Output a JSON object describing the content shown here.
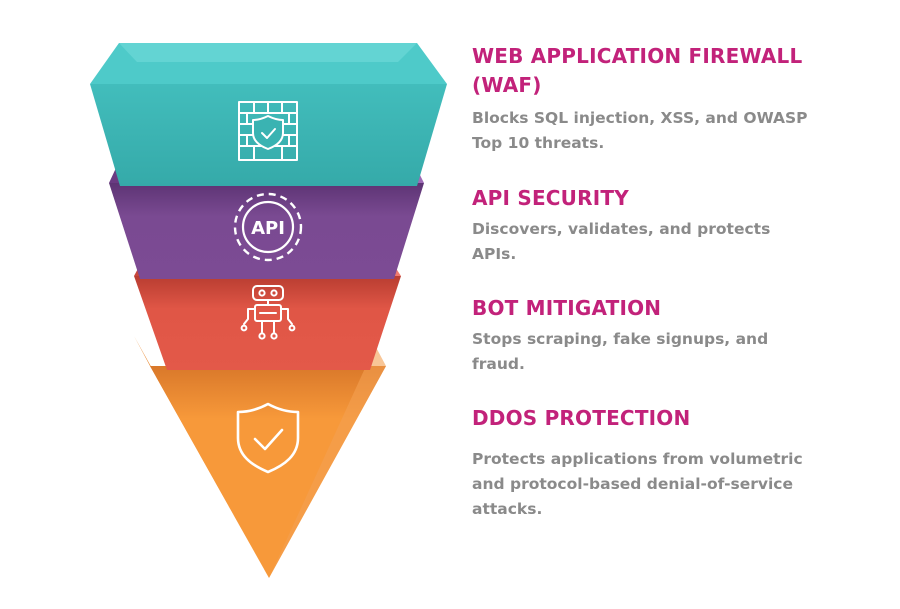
{
  "layers": [
    {
      "title": "WEB APPLICATION FIREWALL\n(WAF)",
      "title_line1": "WEB APPLICATION FIREWALL",
      "title_line2": "(WAF)",
      "desc_line1": "Blocks SQL injection, XSS, and OWASP",
      "desc_line2": "Top 10 threats.",
      "color": "#3fb9b8",
      "icon": "brick-wall-shield-icon"
    },
    {
      "title": "API SECURITY",
      "desc_line1": "Discovers, validates, and protects",
      "desc_line2": "APIs.",
      "color": "#7b4a93",
      "icon": "api-gear-icon",
      "icon_text": "API"
    },
    {
      "title": "BOT MITIGATION",
      "desc_line1": "Stops scraping, fake signups, and",
      "desc_line2": "fraud.",
      "color": "#e25848",
      "icon": "robot-icon"
    },
    {
      "title": "DDOS PROTECTION",
      "desc_line1": "Protects applications from volumetric",
      "desc_line2": "and protocol-based denial-of-service",
      "desc_line3": "attacks.",
      "color": "#f7993a",
      "icon": "shield-check-icon"
    }
  ],
  "colors": {
    "title": "#c2227a",
    "description": "#8a8a8a",
    "waf_dark": "#2fa5a6",
    "waf_light": "#52cbca",
    "api_dark": "#6a3d80",
    "api_light": "#9a66b3",
    "bot_dark": "#cf4638",
    "bot_light": "#f0776a",
    "ddos_dark": "#ef8a2a"
  }
}
